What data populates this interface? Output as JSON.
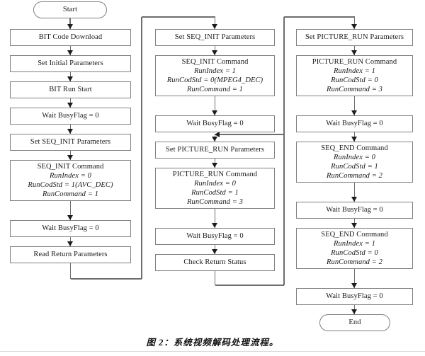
{
  "figure": {
    "caption": "图 2：系统视频解码处理流程。",
    "colors": {
      "box_border": "#808080",
      "box_fill": "#ffffff",
      "connector": "#6e6e6e",
      "arrow": "#1d1d1d",
      "text": "#1a1a1a"
    }
  },
  "columns": [
    {
      "id": "column-1",
      "nodes": [
        {
          "id": "start",
          "shape": "terminator",
          "title": "Start",
          "params": []
        },
        {
          "id": "bit-code-download",
          "shape": "process",
          "title": "BIT Code Download",
          "params": []
        },
        {
          "id": "set-initial-parameters",
          "shape": "process",
          "title": "Set Initial Parameters",
          "params": []
        },
        {
          "id": "bit-run-start",
          "shape": "process",
          "title": "BIT Run Start",
          "params": []
        },
        {
          "id": "wait-busyflag-1",
          "shape": "process",
          "title": "Wait BusyFlag = 0",
          "params": []
        },
        {
          "id": "set-seq-init-parameters-1",
          "shape": "process",
          "title": "Set SEQ_INIT Parameters",
          "params": []
        },
        {
          "id": "seq-init-command-1",
          "shape": "process",
          "title": "SEQ_INIT Command",
          "params": [
            "RunIndex = 0",
            "RunCodStd = 1(AVC_DEC)",
            "RunCommand = 1"
          ]
        },
        {
          "id": "wait-busyflag-2",
          "shape": "process",
          "title": "Wait BusyFlag = 0",
          "params": []
        },
        {
          "id": "read-return-parameters",
          "shape": "process",
          "title": "Read Return Parameters",
          "params": []
        }
      ]
    },
    {
      "id": "column-2",
      "nodes": [
        {
          "id": "set-seq-init-parameters-2",
          "shape": "process",
          "title": "Set SEQ_INIT Parameters",
          "params": []
        },
        {
          "id": "seq-init-command-2",
          "shape": "process",
          "title": "SEQ_INIT Command",
          "params": [
            "RunIndex = 1",
            "RunCodStd = 0(MPEG4_DEC)",
            "RunCommand = 1"
          ]
        },
        {
          "id": "wait-busyflag-3",
          "shape": "process",
          "title": "Wait BusyFlag = 0",
          "params": []
        },
        {
          "id": "set-picture-run-parameters-1",
          "shape": "process",
          "title": "Set PICTURE_RUN Parameters",
          "params": []
        },
        {
          "id": "picture-run-command-1",
          "shape": "process",
          "title": "PICTURE_RUN Command",
          "params": [
            "RunIndex = 0",
            "RunCodStd = 1",
            "RunCommand = 3"
          ]
        },
        {
          "id": "wait-busyflag-4",
          "shape": "process",
          "title": "Wait BusyFlag = 0",
          "params": []
        },
        {
          "id": "check-return-status",
          "shape": "process",
          "title": "Check Return Status",
          "params": []
        }
      ]
    },
    {
      "id": "column-3",
      "nodes": [
        {
          "id": "set-picture-run-parameters-2",
          "shape": "process",
          "title": "Set PICTURE_RUN Parameters",
          "params": []
        },
        {
          "id": "picture-run-command-2",
          "shape": "process",
          "title": "PICTURE_RUN Command",
          "params": [
            "RunIndex = 1",
            "RunCodStd = 0",
            "RunCommand = 3"
          ]
        },
        {
          "id": "wait-busyflag-5",
          "shape": "process",
          "title": "Wait BusyFlag = 0",
          "params": []
        },
        {
          "id": "seq-end-command-1",
          "shape": "process",
          "title": "SEQ_END Command",
          "params": [
            "RunIndex = 0",
            "RunCodStd = 1",
            "RunCommand = 2"
          ]
        },
        {
          "id": "wait-busyflag-6",
          "shape": "process",
          "title": "Wait BusyFlag = 0",
          "params": []
        },
        {
          "id": "seq-end-command-2",
          "shape": "process",
          "title": "SEQ_END Command",
          "params": [
            "RunIndex = 1",
            "RunCodStd = 0",
            "RunCommand = 2"
          ]
        },
        {
          "id": "wait-busyflag-7",
          "shape": "process",
          "title": "Wait BusyFlag = 0",
          "params": []
        },
        {
          "id": "end",
          "shape": "terminator",
          "title": "End",
          "params": []
        }
      ]
    }
  ]
}
